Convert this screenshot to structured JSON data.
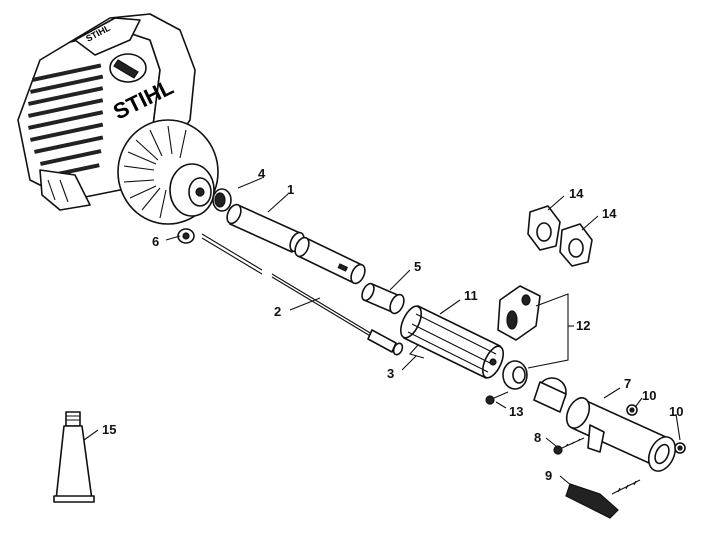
{
  "logo": {
    "housing_brand": "STIHL",
    "small_brand": "STIHL"
  },
  "callouts": [
    {
      "id": "part-1",
      "label": "1"
    },
    {
      "id": "part-2",
      "label": "2"
    },
    {
      "id": "part-3",
      "label": "3"
    },
    {
      "id": "part-4",
      "label": "4"
    },
    {
      "id": "part-5",
      "label": "5"
    },
    {
      "id": "part-6",
      "label": "6"
    },
    {
      "id": "part-7",
      "label": "7"
    },
    {
      "id": "part-8",
      "label": "8"
    },
    {
      "id": "part-9",
      "label": "9"
    },
    {
      "id": "part-10a",
      "label": "10"
    },
    {
      "id": "part-10b",
      "label": "10"
    },
    {
      "id": "part-11",
      "label": "11"
    },
    {
      "id": "part-12",
      "label": "12"
    },
    {
      "id": "part-13",
      "label": "13"
    },
    {
      "id": "part-14a",
      "label": "14"
    },
    {
      "id": "part-14b",
      "label": "14"
    },
    {
      "id": "part-15",
      "label": "15"
    }
  ],
  "colors": {
    "ink": "#111111",
    "paper": "#ffffff"
  }
}
